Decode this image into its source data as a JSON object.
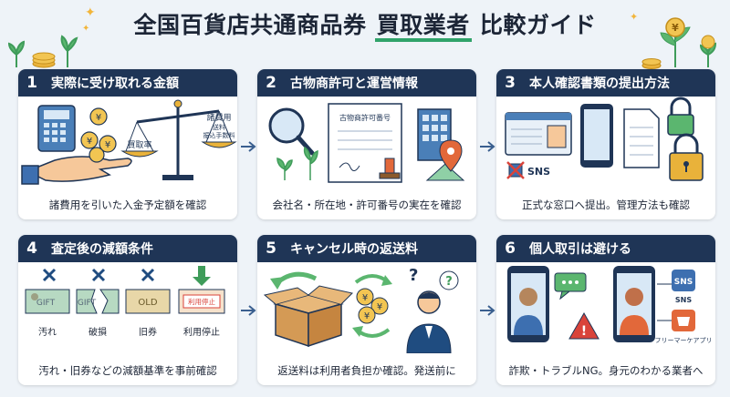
{
  "title": {
    "part1": "全国百貨店共通商品券 ",
    "highlight": "買取業者",
    "part2": " 比較ガイド"
  },
  "cards": [
    {
      "num": "1",
      "title": "実際に受け取れる金額",
      "caption": "諸費用を引いた入金予定額を確認",
      "labels": {
        "scale_left": "買取率",
        "scale_right_main": "諸費用",
        "scale_right_sub1": "送料",
        "scale_right_sub2": "振込手数料",
        "yen": "¥"
      }
    },
    {
      "num": "2",
      "title": "古物商許可と運営情報",
      "caption": "会社名・所在地・許可番号の実在を確認",
      "labels": {
        "license": "古物商許可番号"
      }
    },
    {
      "num": "3",
      "title": "本人確認書類の提出方法",
      "caption": "正式な窓口へ提出。管理方法も確認",
      "labels": {
        "sns": "SNS"
      }
    },
    {
      "num": "4",
      "title": "査定後の減額条件",
      "caption": "汚れ・旧券などの減額基準を事前確認",
      "labels": {
        "item1": "汚れ",
        "item2": "破損",
        "item3": "旧券",
        "item4": "利用停止",
        "gift": "GIFT",
        "old": "OLD",
        "stop": "利用停止"
      }
    },
    {
      "num": "5",
      "title": "キャンセル時の返送料",
      "caption": "返送料は利用者負担か確認。発送前に",
      "labels": {
        "q": "?",
        "yen": "¥"
      }
    },
    {
      "num": "6",
      "title": "個人取引は避ける",
      "caption": "詐欺・トラブルNG。身元のわかる業者へ",
      "labels": {
        "sns_box": "SNS",
        "sns_text": "SNS",
        "flea": "フリーマーケアプリ",
        "warn": "!"
      }
    }
  ],
  "colors": {
    "navy": "#1f3556",
    "green": "#30a36a",
    "gold": "#e9b23a",
    "red": "#d9433a",
    "blue": "#3d7fd6"
  }
}
